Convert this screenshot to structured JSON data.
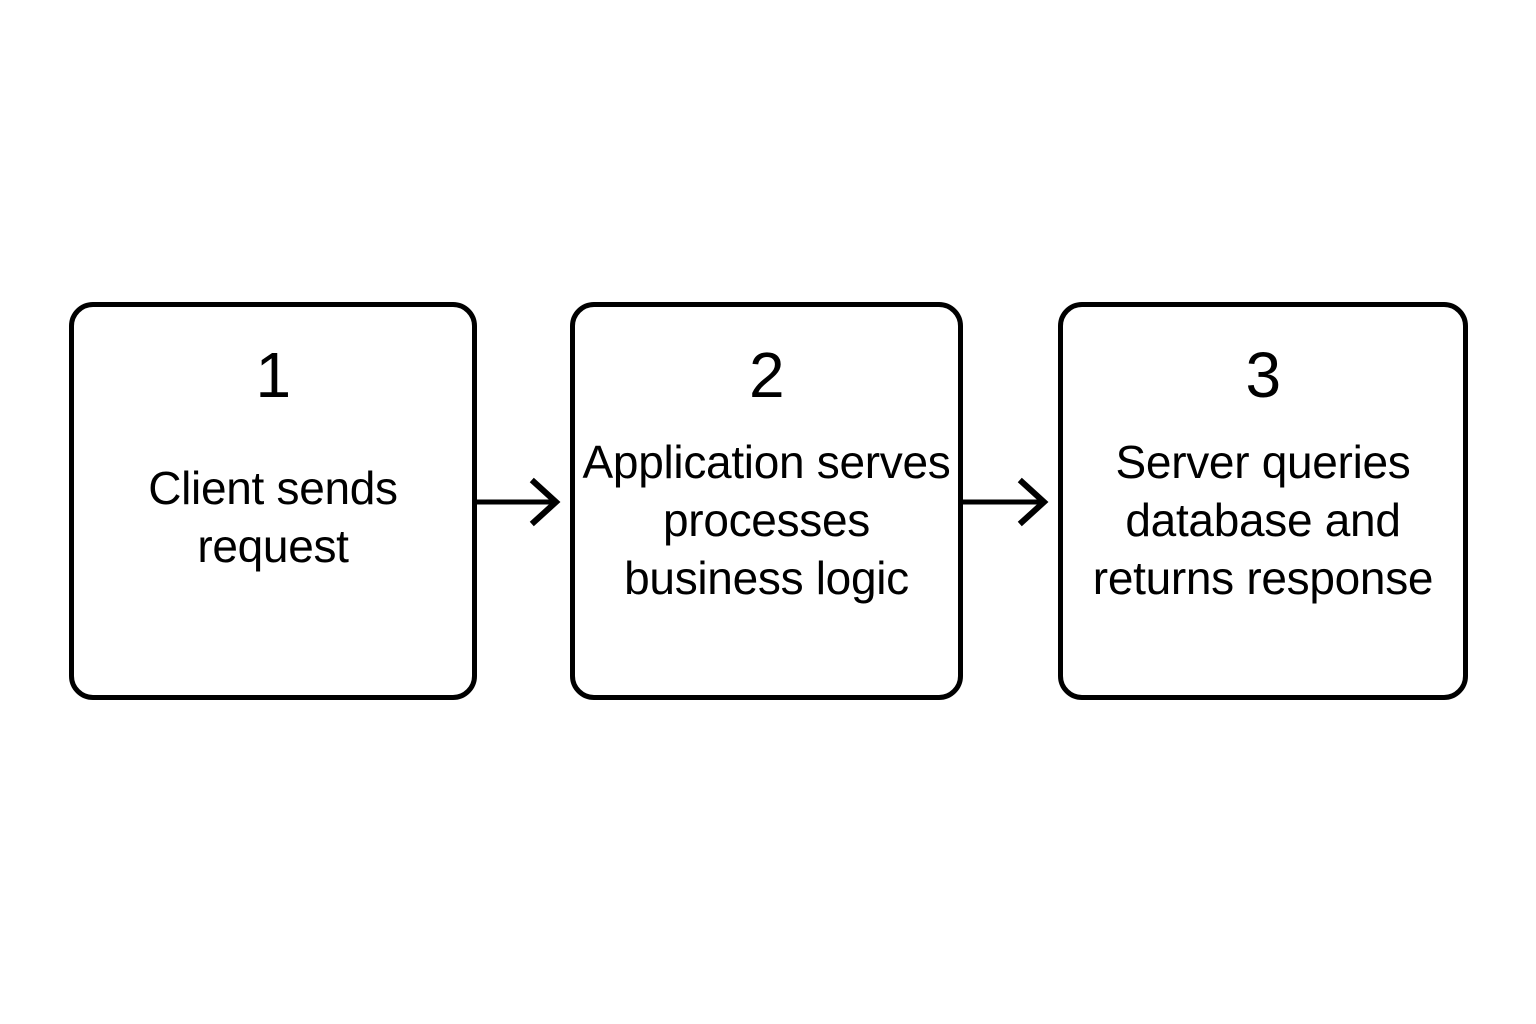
{
  "diagram": {
    "background_color": "#ffffff",
    "stroke_color": "#000000",
    "steps": [
      {
        "number": "1",
        "text": "Client sends request",
        "lines": [
          "Client sends",
          "request"
        ]
      },
      {
        "number": "2",
        "text": "Application serves processes business logic",
        "lines": [
          "Application",
          "serves",
          "processes",
          "business logic"
        ]
      },
      {
        "number": "3",
        "text": "Server queries database and returns response",
        "lines": [
          "Server queries",
          "database",
          "and returns",
          "response"
        ]
      }
    ],
    "connectors": [
      {
        "name": "arrow-step-1-to-step-2",
        "glyph": "arrow-right-icon"
      },
      {
        "name": "arrow-step-2-to-step-3",
        "glyph": "arrow-right-icon"
      }
    ]
  }
}
